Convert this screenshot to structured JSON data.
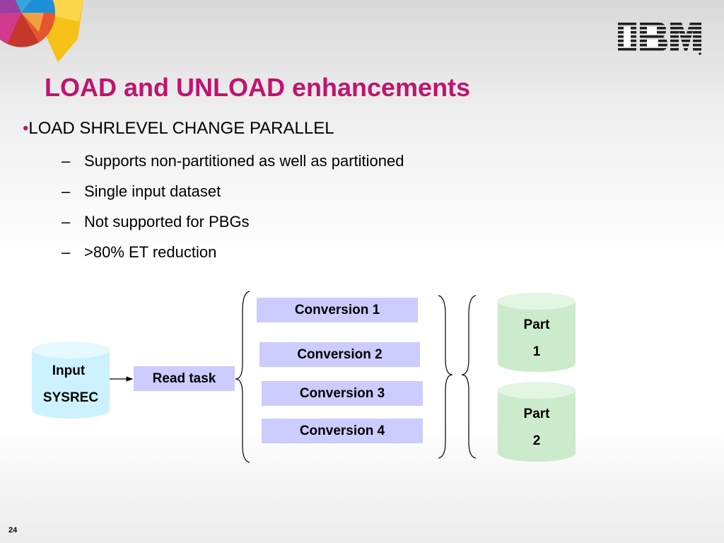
{
  "slide": {
    "title": "LOAD and UNLOAD enhancements",
    "main_bullet": "LOAD SHRLEVEL CHANGE PARALLEL",
    "bullet_marker": "•",
    "sub_bullets": [
      "Supports non-partitioned as well as partitioned",
      "Single input dataset",
      "Not supported for PBGs",
      ">80% ET reduction"
    ],
    "dash": "–",
    "page_number": "24"
  },
  "logo": {
    "name": "ibm-logo",
    "color": "#1f1f1f"
  },
  "diagram": {
    "input": {
      "line1": "Input",
      "line2": "SYSREC",
      "color": "#ccf2ff"
    },
    "read_task": "Read task",
    "conversions": [
      "Conversion 1",
      "Conversion 2",
      "Conversion 3",
      "Conversion 4"
    ],
    "parts": [
      {
        "line1": "Part",
        "line2": "1"
      },
      {
        "line1": "Part",
        "line2": "2"
      }
    ],
    "box_color": "#ccccff",
    "part_color": "#ccebcc"
  },
  "colors": {
    "title": "#c0136e",
    "text": "#000000"
  }
}
